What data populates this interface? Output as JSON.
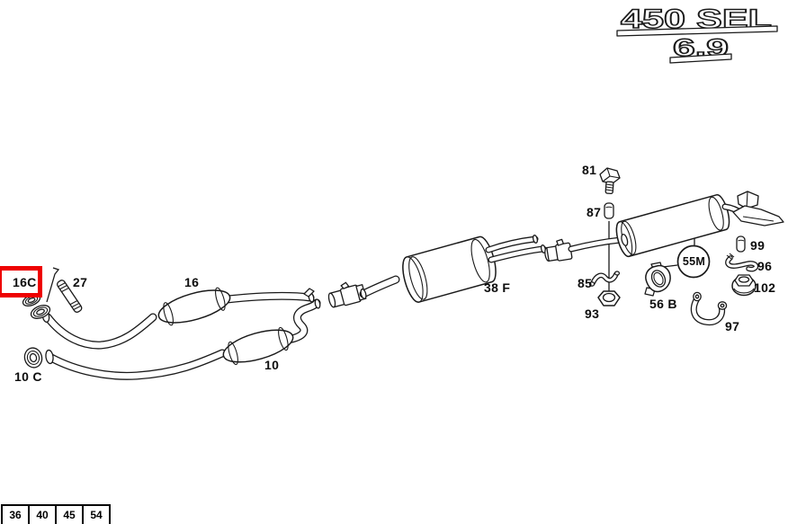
{
  "badge": {
    "line1": "450 SEL",
    "line2": "6.9"
  },
  "highlight": {
    "part": "16C",
    "color": "#ee0000"
  },
  "parts": {
    "p16c": "16C",
    "p27": "27",
    "p16": "16",
    "p10": "10",
    "p10c": "10 C",
    "p38f": "38 F",
    "p81": "81",
    "p87": "87",
    "p85": "85",
    "p93": "93",
    "p56b": "56 B",
    "p55m": "55M",
    "p99": "99",
    "p96": "96",
    "p102": "102",
    "p97": "97"
  },
  "footer": {
    "cells": [
      "36",
      "40",
      "45",
      "54"
    ]
  }
}
